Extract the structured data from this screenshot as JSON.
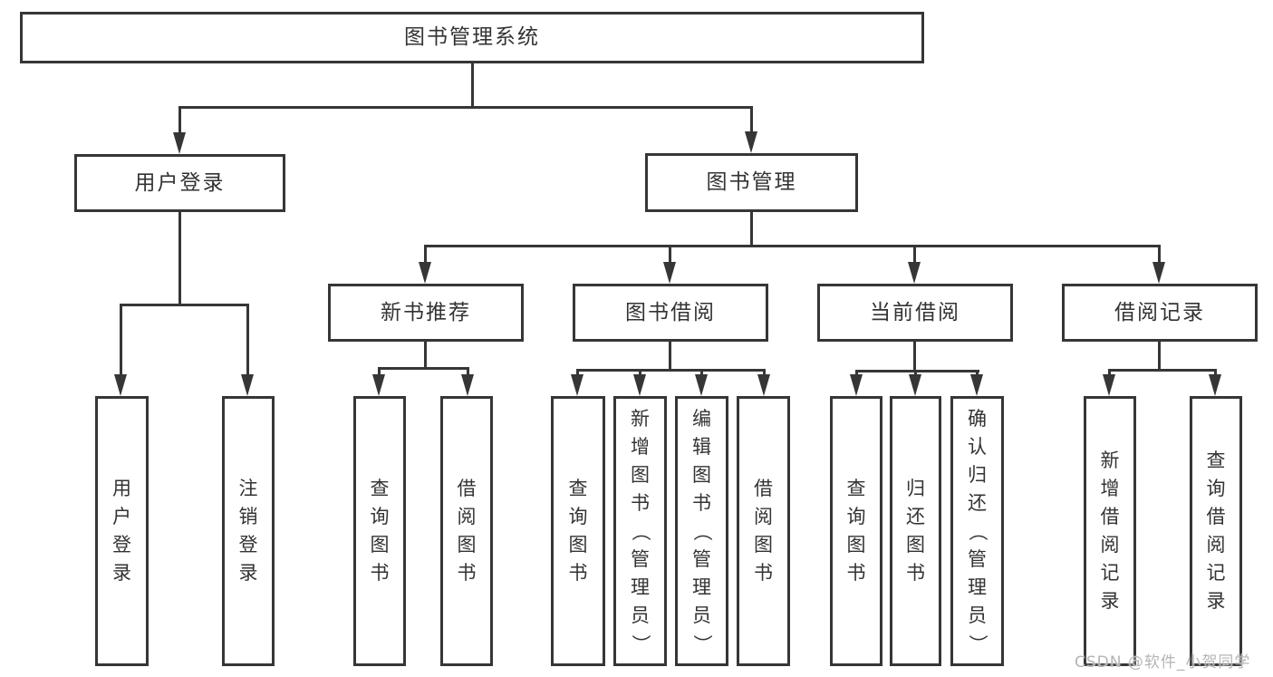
{
  "tree": {
    "label": "图书管理系统",
    "children": [
      {
        "label": "用户登录",
        "children": [
          {
            "label": "用户登录"
          },
          {
            "label": "注销登录"
          }
        ]
      },
      {
        "label": "图书管理",
        "children": [
          {
            "label": "新书推荐",
            "children": [
              {
                "label": "查询图书"
              },
              {
                "label": "借阅图书"
              }
            ]
          },
          {
            "label": "图书借阅",
            "children": [
              {
                "label": "查询图书"
              },
              {
                "label": "新增图书（管理员）"
              },
              {
                "label": "编辑图书（管理员）"
              },
              {
                "label": "借阅图书"
              }
            ]
          },
          {
            "label": "当前借阅",
            "children": [
              {
                "label": "查询图书"
              },
              {
                "label": "归还图书"
              },
              {
                "label": "确认归还（管理员）"
              }
            ]
          },
          {
            "label": "借阅记录",
            "children": [
              {
                "label": "新增借阅记录"
              },
              {
                "label": "查询借阅记录"
              }
            ]
          }
        ]
      }
    ]
  },
  "watermark": {
    "text": "CSDN @软件_小贺同学"
  },
  "colors": {
    "line": "#363636",
    "text": "#333333",
    "watermark": "#b5b5b5",
    "background": "#ffffff"
  }
}
